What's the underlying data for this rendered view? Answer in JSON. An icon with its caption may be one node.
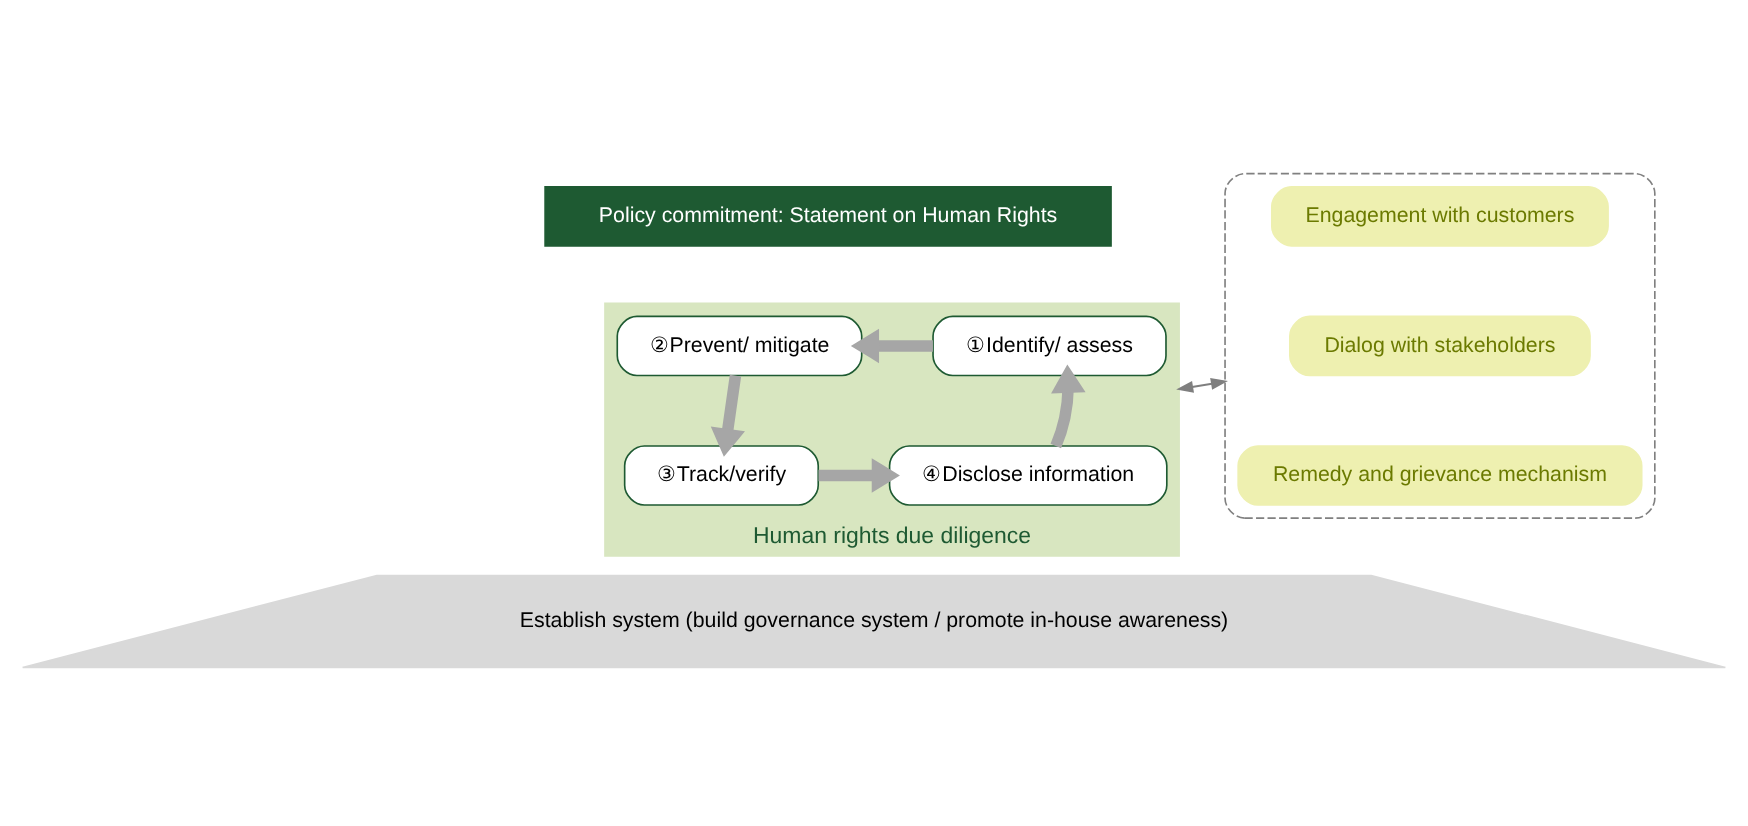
{
  "diagram": {
    "nodes": [
      {
        "text": [
          "Policy commitment: Statement on Human Rights"
        ]
      },
      {
        "text": [
          "Human rights due diligence"
        ]
      },
      {
        "text": [
          "①Identify/ assess"
        ],
        "in": 1
      },
      {
        "text": [
          "②Prevent/ mitigate"
        ],
        "in": 1
      },
      {
        "text": [
          "③Track/verify"
        ],
        "in": 1
      },
      {
        "text": [
          "④Disclose information"
        ],
        "in": 1
      },
      {
        "text": [],
        "shape": "box"
      },
      {
        "text": [
          "Engagement with customers"
        ],
        "in": 6
      },
      {
        "text": [
          "Dialog with stakeholders"
        ],
        "in": 6
      },
      {
        "text": [
          "Remedy and grievance mechanism"
        ],
        "in": 6
      },
      {
        "text": [
          "Establish system (build governance system / promote in-house awareness)"
        ]
      }
    ],
    "edges": [
      {
        "from": 2,
        "to": 3,
        "arrow": "to"
      },
      {
        "from": 3,
        "to": 4,
        "arrow": "to"
      },
      {
        "from": 4,
        "to": 5,
        "arrow": "to"
      },
      {
        "from": 5,
        "to": 2,
        "arrow": "to"
      },
      {
        "from": 1,
        "to": 6,
        "arrow": "both",
        "color": "#7f7f7f"
      }
    ]
  }
}
